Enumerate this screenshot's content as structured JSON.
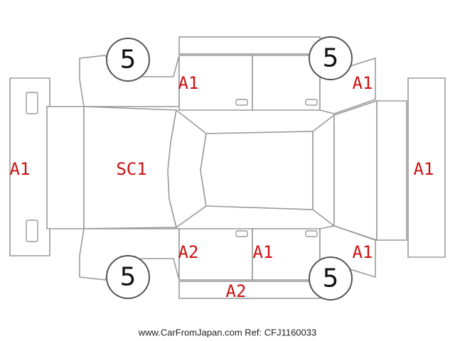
{
  "colors": {
    "outline": "#9a9a9a",
    "label_red": "#cc1111",
    "front_lamp": "#ffee00",
    "rear_lamp": "#dd1111",
    "tire_text": "#111111"
  },
  "tires": {
    "front_left": "5",
    "rear_left": "5",
    "front_right": "5",
    "rear_right": "5"
  },
  "damage": {
    "front_bumper": "A1",
    "hood": "SC1",
    "left_rear_door": "A1",
    "left_rear_fender": "A1",
    "rear_bumper": "A1",
    "left_front_lower": "A2",
    "right_rear_door": "A1",
    "right_rear_fender": "A1",
    "rocker_panel": "A2"
  },
  "footer": {
    "credit": "www.CarFromJapan.com Ref: CFJ1160033"
  }
}
